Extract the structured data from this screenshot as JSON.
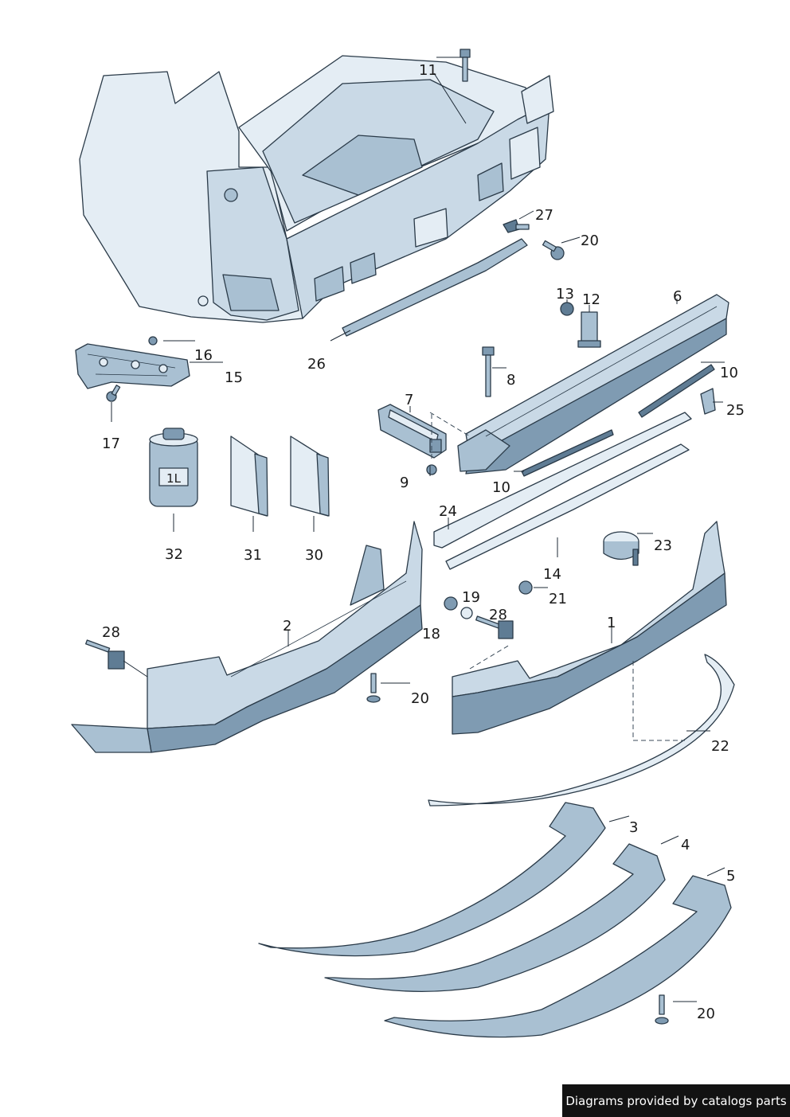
{
  "callouts": [
    {
      "id": "c11",
      "text": "11"
    },
    {
      "id": "c27",
      "text": "27"
    },
    {
      "id": "c20a",
      "text": "20"
    },
    {
      "id": "c13",
      "text": "13"
    },
    {
      "id": "c12",
      "text": "12"
    },
    {
      "id": "c6",
      "text": "6"
    },
    {
      "id": "c16",
      "text": "16"
    },
    {
      "id": "c15",
      "text": "15"
    },
    {
      "id": "c26",
      "text": "26"
    },
    {
      "id": "c8",
      "text": "8"
    },
    {
      "id": "c10a",
      "text": "10"
    },
    {
      "id": "c25",
      "text": "25"
    },
    {
      "id": "c7",
      "text": "7"
    },
    {
      "id": "c17",
      "text": "17"
    },
    {
      "id": "c9",
      "text": "9"
    },
    {
      "id": "c10b",
      "text": "10"
    },
    {
      "id": "c24",
      "text": "24"
    },
    {
      "id": "c23",
      "text": "23"
    },
    {
      "id": "c32",
      "text": "32"
    },
    {
      "id": "c31",
      "text": "31"
    },
    {
      "id": "c30",
      "text": "30"
    },
    {
      "id": "c14",
      "text": "14"
    },
    {
      "id": "c21",
      "text": "21"
    },
    {
      "id": "c19",
      "text": "19"
    },
    {
      "id": "c28a",
      "text": "28"
    },
    {
      "id": "c28b",
      "text": "28"
    },
    {
      "id": "c2",
      "text": "2"
    },
    {
      "id": "c1",
      "text": "1"
    },
    {
      "id": "c18",
      "text": "18"
    },
    {
      "id": "c20b",
      "text": "20"
    },
    {
      "id": "c22",
      "text": "22"
    },
    {
      "id": "c3",
      "text": "3"
    },
    {
      "id": "c4",
      "text": "4"
    },
    {
      "id": "c5",
      "text": "5"
    },
    {
      "id": "c20c",
      "text": "20"
    }
  ],
  "can_label": "1L",
  "credit": "Diagrams provided by catalogs parts"
}
